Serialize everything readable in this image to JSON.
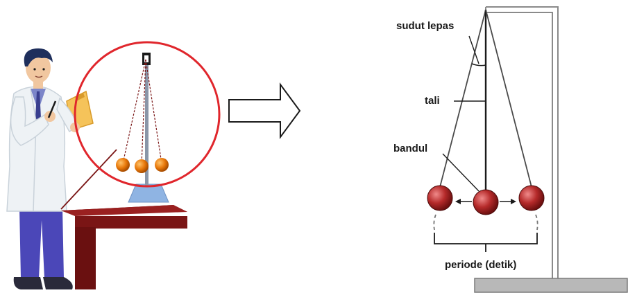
{
  "labels": {
    "release_angle": "sudut lepas",
    "string": "tali",
    "bob": "bandul",
    "period": "periode (detik)"
  },
  "colors": {
    "focus_circle": "#e0262c",
    "bob_left_panel": "#e8780a",
    "bob_right_panel": "#b52a2a",
    "table": "#7a1515",
    "stand_base": "#8fb4e3",
    "coat": "#eef2f5",
    "trousers": "#4b47b8",
    "hair": "#1f2f5c",
    "clipboard": "#f5c35a"
  },
  "icons": {
    "arrow": "right-outline-arrow-icon"
  }
}
